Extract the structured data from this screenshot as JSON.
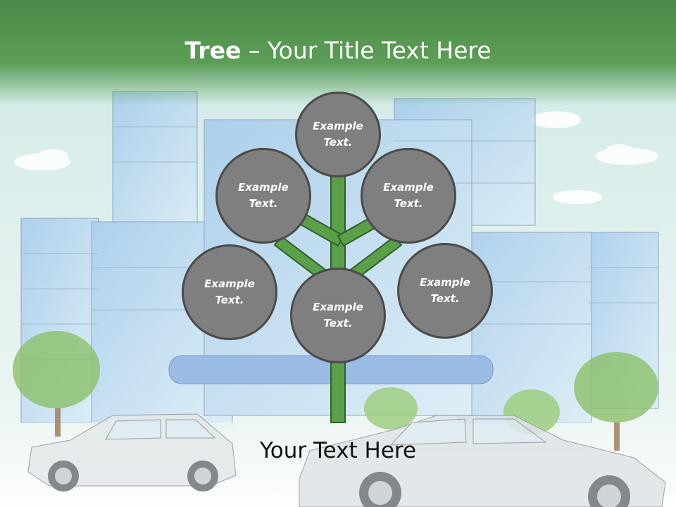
{
  "slide": {
    "title_bold": "Tree",
    "title_rest": " – Your Title Text Here",
    "caption": "Your Text Here"
  },
  "nodes": [
    {
      "line1": "Example",
      "line2": "Text."
    },
    {
      "line1": "Example",
      "line2": "Text."
    },
    {
      "line1": "Example",
      "line2": "Text."
    },
    {
      "line1": "Example",
      "line2": "Text."
    },
    {
      "line1": "Example",
      "line2": "Text."
    },
    {
      "line1": "Example",
      "line2": "Text."
    }
  ],
  "colors": {
    "header_green": "#4a8a48",
    "stem_green": "#5aa048",
    "node_fill": "#7f7f7f",
    "node_border": "#4a4a4a"
  },
  "icons": [
    "building-icon",
    "car-icon",
    "tree-icon",
    "cloud-icon"
  ]
}
